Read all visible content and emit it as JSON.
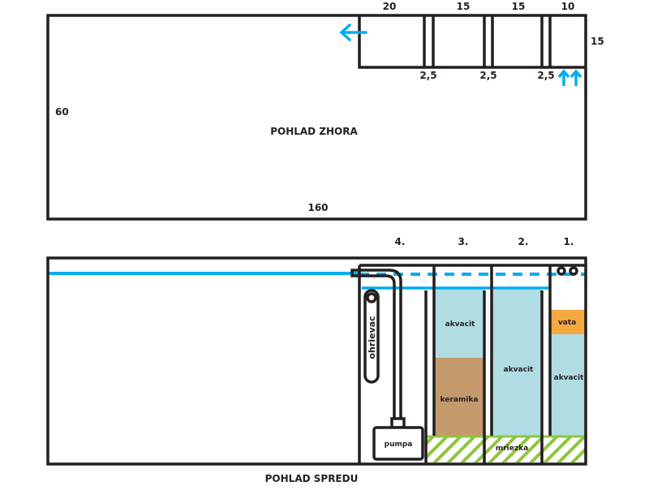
{
  "top_view": {
    "title": "POHLAD ZHORA",
    "width_label": "160",
    "depth_label": "60",
    "chamber_widths": [
      "20",
      "15",
      "15",
      "10"
    ],
    "sump_depth": "15",
    "gap_labels": [
      "2,5",
      "2,5",
      "2,5"
    ]
  },
  "front_view": {
    "title": "POHLAD SPREDU",
    "chamber_numbers": [
      "4.",
      "3.",
      "2.",
      "1."
    ],
    "heater": "ohrievac",
    "pump": "pumpa",
    "grid": "mriezka",
    "media": {
      "c3_top": "akvacit",
      "c3_bottom": "keramika",
      "c2": "akvacit",
      "c1_top": "vata",
      "c1_bottom": "akvacit"
    }
  },
  "colors": {
    "outline": "#231f20",
    "water": "#00aeef",
    "akvacit": "#b0dde3",
    "keramika": "#c49a6c",
    "vata": "#f7a941",
    "mriezka": "#8dc63f"
  }
}
